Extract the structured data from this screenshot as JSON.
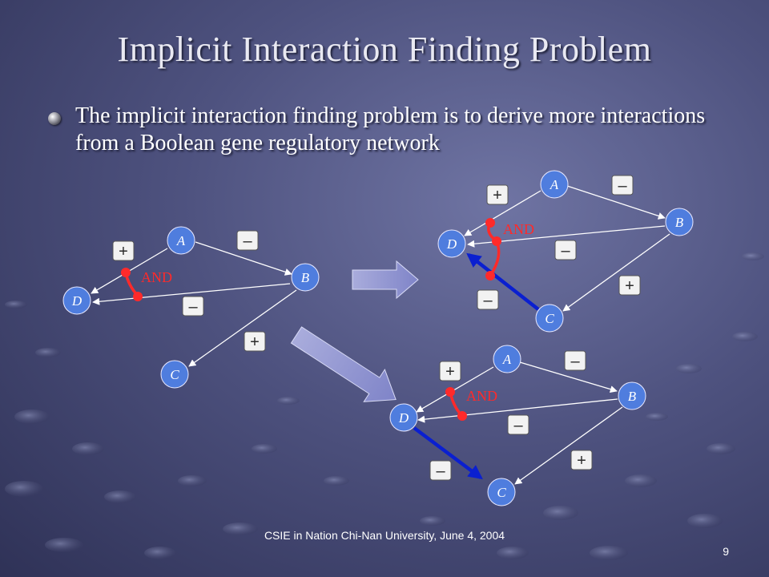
{
  "slide": {
    "title": "Implicit Interaction Finding Problem",
    "bullet": "The implicit interaction finding problem is to derive more interactions from a Boolean gene regulatory network",
    "footer": "CSIE in Nation Chi-Nan University, June 4, 2004",
    "page_number": "9"
  },
  "colors": {
    "node_fill": "#4f7dde",
    "and_red": "#ff2a2a",
    "blue_edge": "#0a1fd0",
    "sign_box": "#f2f2f2"
  },
  "diagrams": [
    {
      "id": "original",
      "nodes": [
        {
          "id": "A",
          "label": "A"
        },
        {
          "id": "B",
          "label": "B"
        },
        {
          "id": "C",
          "label": "C"
        },
        {
          "id": "D",
          "label": "D"
        }
      ],
      "and_label": "AND",
      "signs": [
        "+",
        "–",
        "–",
        "+"
      ]
    },
    {
      "id": "derived-c-to-d",
      "nodes": [
        {
          "id": "A",
          "label": "A"
        },
        {
          "id": "B",
          "label": "B"
        },
        {
          "id": "C",
          "label": "C"
        },
        {
          "id": "D",
          "label": "D"
        }
      ],
      "and_label": "AND",
      "signs": [
        "+",
        "–",
        "–",
        "+",
        "–"
      ]
    },
    {
      "id": "derived-d-to-c",
      "nodes": [
        {
          "id": "A",
          "label": "A"
        },
        {
          "id": "B",
          "label": "B"
        },
        {
          "id": "C",
          "label": "C"
        },
        {
          "id": "D",
          "label": "D"
        }
      ],
      "and_label": "AND",
      "signs": [
        "+",
        "–",
        "–",
        "+",
        "–"
      ]
    }
  ]
}
